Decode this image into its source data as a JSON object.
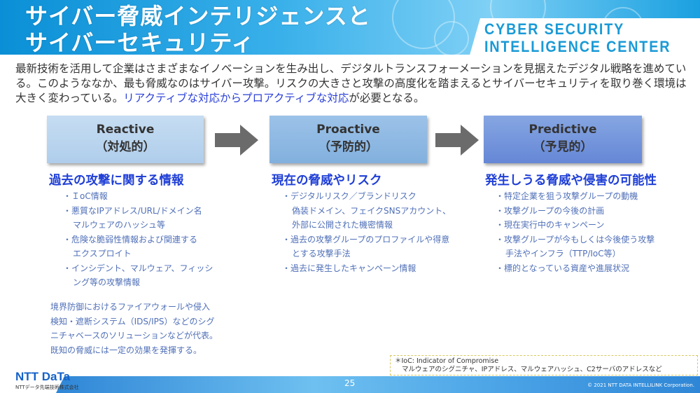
{
  "title": [
    "サイバー脅威インテリジェンスと",
    "サイバーセキュリティ"
  ],
  "badge": [
    "CYBER SECURITY",
    "INTELLIGENCE CENTER"
  ],
  "intro": {
    "text": "最新技術を活用して企業はさまざまなイノベーションを生み出し、デジタルトランスフォーメーションを見据えたデジタル戦略を進めている。このようななか、最も脅威なのはサイバー攻撃。リスクの大きさと攻撃の高度化を踏まえるとサイバーセキュリティを取り巻く環境は大きく変わっている。",
    "highlight": "リアクティブな対応からプロアクティブな対応",
    "tail": "が必要となる。"
  },
  "columns": [
    {
      "name": "Reactive",
      "sub": "（対処的）",
      "heading": "過去の攻撃に関する情報",
      "items": [
        [
          "・ＩoC情報"
        ],
        [
          "・悪質なIPアドレス/URL/ドメイン名",
          "マルウェアのハッシュ等"
        ],
        [
          "・危険な脆弱性情報および関連する",
          "エクスプロイト"
        ],
        [
          "・インシデント、マルウェア、フィッシ",
          "ング等の攻撃情報"
        ]
      ],
      "color": "#b9d4ee"
    },
    {
      "name": "Proactive",
      "sub": "（予防的）",
      "heading": "現在の脅威やリスク",
      "items": [
        [
          "・デジタルリスク／ブランドリスク",
          "偽装ドメイン、フェイクSNSアカウント、",
          "外部に公開された機密情報"
        ],
        [
          "・過去の攻撃グループのプロファイルや得意",
          "とする攻撃手法"
        ],
        [
          "・過去に発生したキャンペーン情報"
        ]
      ],
      "color": "#8ab6e2"
    },
    {
      "name": "Predictive",
      "sub": "（予見的）",
      "heading": "発生しうる脅威や侵害の可能性",
      "items": [
        [
          "・特定企業を狙う攻撃グループの動機"
        ],
        [
          "・攻撃グループの今後の計画"
        ],
        [
          "・現在実行中のキャンペーン"
        ],
        [
          "・攻撃グループが今もしくは今後使う攻撃",
          "手法やインフラ（TTP/IoC等）"
        ],
        [
          "・標的となっている資産や進展状況"
        ]
      ],
      "color": "#6f93da"
    }
  ],
  "reactive_note": [
    "境界防御におけるファイアウォールや侵入",
    "検知・遮断システム（IDS/IPS）などのシグ",
    "ニチャベースのソリューションなどが代表。",
    "既知の脅威には一定の効果を発揮する。"
  ],
  "footnote": [
    "＊IoC: Indicator of Compromise",
    "マルウェアのシグニチャ、IPアドレス、マルウェアハッシュ、C2サーバのアドレスなど"
  ],
  "footer": {
    "logo": "NTT DaTa",
    "company": "NTTデータ先端技術株式会社",
    "page": "25",
    "copyright": "© 2021 NTT DATA INTELLILINK Corporation."
  }
}
